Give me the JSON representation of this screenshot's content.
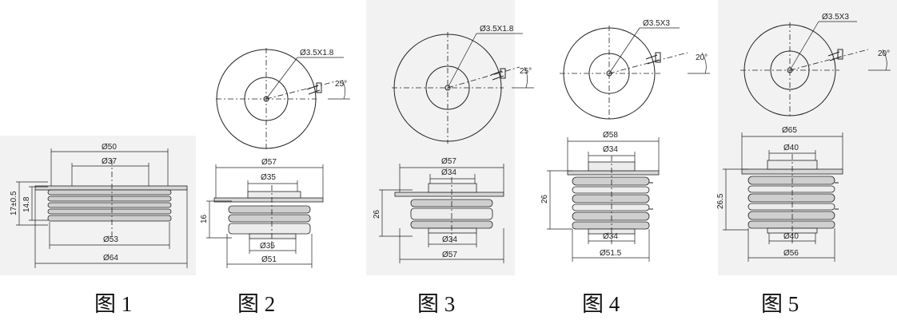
{
  "figures": [
    {
      "caption": "图 1",
      "side_dims": [
        "Ø50",
        "Ø37",
        "Ø53",
        "Ø64"
      ],
      "height_dims": [
        "17±0.5",
        "14.8"
      ]
    },
    {
      "caption": "图 2",
      "top_callout": "Ø3.5X1.8",
      "top_angle": "25°",
      "side_dims": [
        "Ø57",
        "Ø35",
        "Ø35",
        "Ø51"
      ],
      "height_dims": [
        "16"
      ]
    },
    {
      "caption": "图 3",
      "top_callout": "Ø3.5X1.8",
      "top_angle": "25°",
      "side_dims": [
        "Ø57",
        "Ø34",
        "Ø34",
        "Ø57"
      ],
      "height_dims": [
        "26"
      ]
    },
    {
      "caption": "图 4",
      "top_callout": "Ø3.5X3",
      "top_angle": "20°",
      "side_dims": [
        "Ø58",
        "Ø34",
        "Ø34",
        "Ø51.5"
      ],
      "height_dims": [
        "26"
      ]
    },
    {
      "caption": "图 5",
      "top_callout": "Ø3.5X3",
      "top_angle": "20°",
      "side_dims": [
        "Ø65",
        "Ø40",
        "Ø40",
        "Ø56"
      ],
      "height_dims": [
        "26.5"
      ]
    }
  ]
}
